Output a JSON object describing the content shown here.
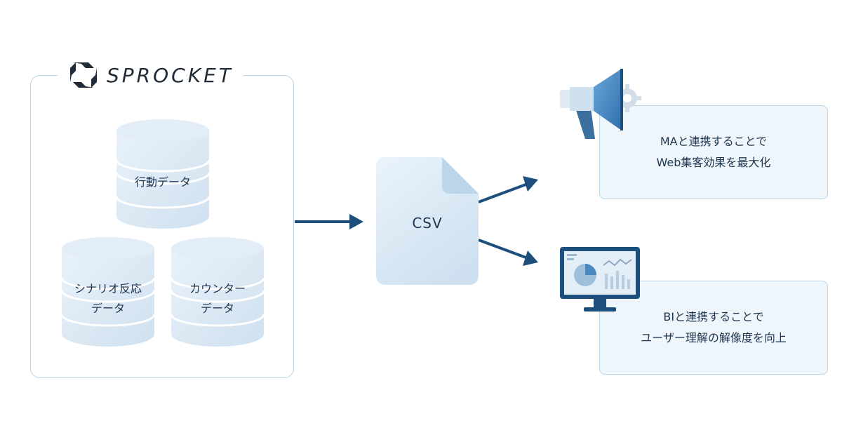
{
  "brand": {
    "name": "SPROCKET",
    "logo_icon": "sprocket-logo-icon"
  },
  "databases": [
    {
      "lines": [
        "行動データ"
      ]
    },
    {
      "lines": [
        "シナリオ反応",
        "データ"
      ]
    },
    {
      "lines": [
        "カウンター",
        "データ"
      ]
    }
  ],
  "csv": {
    "label": "CSV"
  },
  "outputs": [
    {
      "icon": "megaphone-icon",
      "lines": [
        "MAと連携することで",
        "Web集客効果を最大化"
      ]
    },
    {
      "icon": "monitor-chart-icon",
      "lines": [
        "BIと連携することで",
        "ユーザー理解の解像度を向上"
      ]
    }
  ],
  "colors": {
    "arrow": "#1d4f7c",
    "border": "#bcd6e6",
    "box_fill": "#eef5fb",
    "icon_blue": "#3f83c1"
  }
}
